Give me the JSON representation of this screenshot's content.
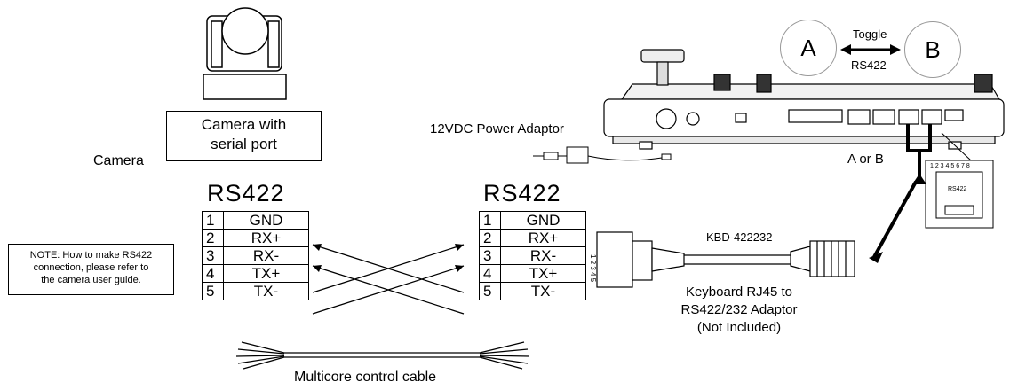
{
  "camera": {
    "box_label_line1": "Camera with",
    "box_label_line2": "serial port",
    "side_label": "Camera"
  },
  "left_table": {
    "title": "RS422",
    "rows": [
      {
        "num": "1",
        "signal": "GND"
      },
      {
        "num": "2",
        "signal": "RX+"
      },
      {
        "num": "3",
        "signal": "RX-"
      },
      {
        "num": "4",
        "signal": "TX+"
      },
      {
        "num": "5",
        "signal": "TX-"
      }
    ]
  },
  "right_table": {
    "title": "RS422",
    "rows": [
      {
        "num": "1",
        "signal": "GND"
      },
      {
        "num": "2",
        "signal": "RX+"
      },
      {
        "num": "3",
        "signal": "RX-"
      },
      {
        "num": "4",
        "signal": "TX+"
      },
      {
        "num": "5",
        "signal": "TX-"
      }
    ]
  },
  "note": {
    "line1": "NOTE: How to make RS422",
    "line2": "connection, please refer to",
    "line3": "the camera user guide."
  },
  "cable_label": "Multicore control cable",
  "power_label": "12VDC Power Adaptor",
  "adaptor": {
    "model": "KBD-422232",
    "desc_line1": "Keyboard RJ45 to",
    "desc_line2": "RS422/232 Adaptor",
    "desc_line3": "(Not Included)",
    "pin_numbers": "1 2 3 4 5"
  },
  "toggle": {
    "a_label": "A",
    "b_label": "B",
    "toggle_label": "Toggle",
    "rs_label": "RS422"
  },
  "port_select_label": "A or B",
  "port_detail": {
    "pins": "1 2 3 4 5 6 7 8",
    "label": "RS422"
  }
}
